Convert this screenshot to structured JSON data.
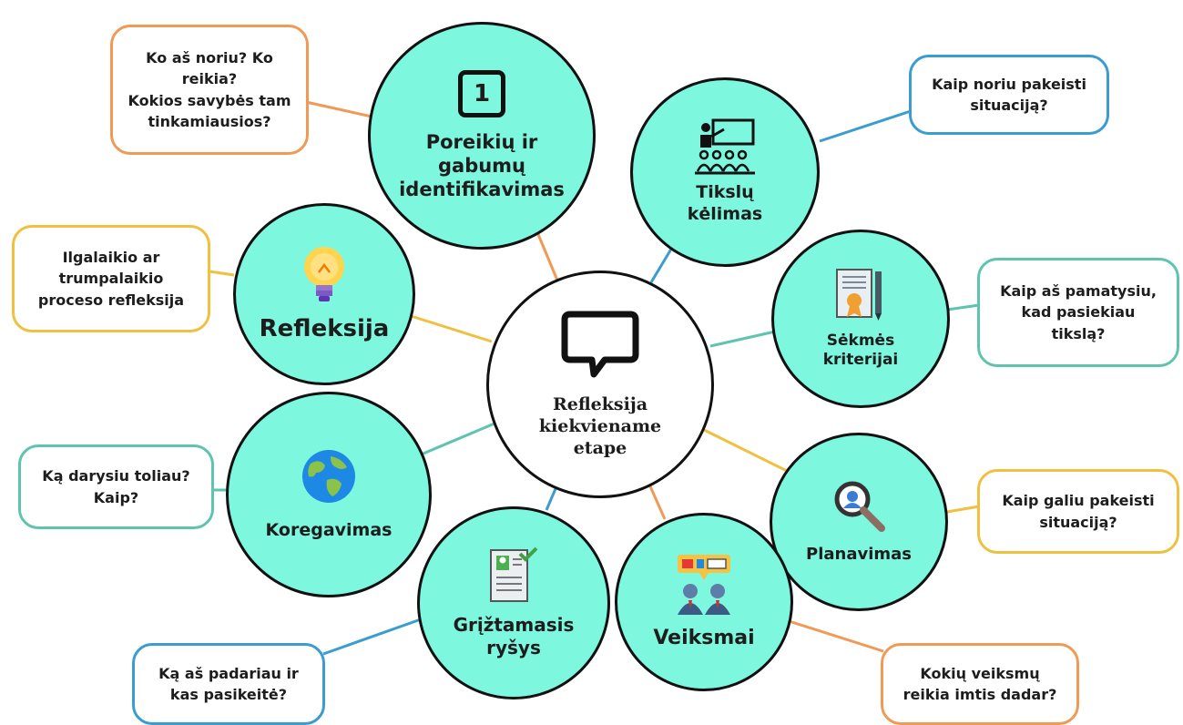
{
  "colors": {
    "circle_fill": "#7ef7df",
    "orange": "#f09a55",
    "blue": "#3a9ccf",
    "teal": "#5ec4b0",
    "yellow": "#f0c040"
  },
  "center": {
    "label": "Refleksija\nkiekviename\netape",
    "icon": "speech-bubble-icon"
  },
  "stages": {
    "poreikiu": {
      "label": "Poreikių ir\ngabumų\nidentifikavimas",
      "icon": "number-one-icon",
      "icon_text": "1"
    },
    "tikslu": {
      "label": "Tikslų\nkėlimas",
      "icon": "teacher-classroom-icon"
    },
    "sekmes": {
      "label": "Sėkmės\nkriterijai",
      "icon": "certificate-icon"
    },
    "planavimas": {
      "label": "Planavimas",
      "icon": "magnifier-person-icon"
    },
    "veiksmai": {
      "label": "Veiksmai",
      "icon": "meeting-people-icon"
    },
    "grizt": {
      "label": "Grįžtamasis\nryšys",
      "icon": "resume-check-icon"
    },
    "koregavimas": {
      "label": "Koregavimas",
      "icon": "globe-icon"
    },
    "refleksija": {
      "label": "Refleksija",
      "icon": "light-bulb-icon"
    }
  },
  "questions": {
    "poreikiu": "Ko aš noriu? Ko\nreikia?\nKokios savybės tam\ntinkamiausios?",
    "tikslu": "Kaip noriu pakeisti\nsituaciją?",
    "sekmes": "Kaip aš pamatysiu,\nkad pasiekiau\ntikslą?",
    "planavimas": "Kaip galiu pakeisti\nsituaciją?",
    "veiksmai": "Kokių veiksmų\nreikia imtis dadar?",
    "grizt": "Ką aš padariau ir\nkas pasikeitė?",
    "koregavimas": "Ką darysiu toliau?\nKaip?",
    "refleksija": "Ilgalaikio ar\ntrumpalaikio\nproceso refleksija"
  }
}
